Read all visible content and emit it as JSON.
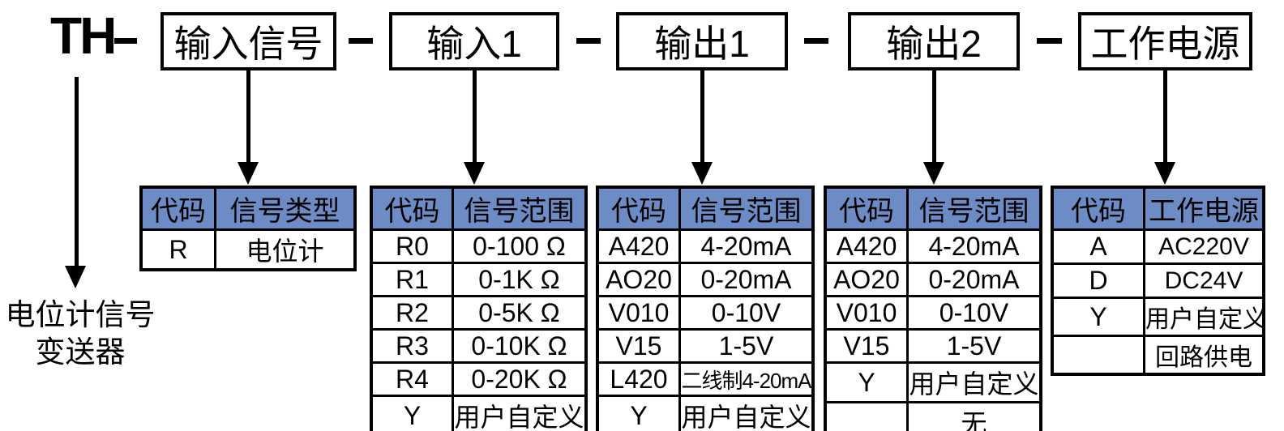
{
  "model": {
    "prefix": "TH",
    "separator": "—"
  },
  "note": {
    "line1": "电位计信号",
    "line2": "变送器"
  },
  "colors": {
    "header_bg": "#6d8cc6",
    "line": "#000000",
    "background": "#ffffff"
  },
  "boxes": [
    {
      "label": "输入信号"
    },
    {
      "label": "输入1"
    },
    {
      "label": "输出1"
    },
    {
      "label": "输出2"
    },
    {
      "label": "工作电源"
    }
  ],
  "tables": [
    {
      "headers": [
        "代码",
        "信号类型"
      ],
      "rows": [
        [
          "R",
          "电位计"
        ]
      ]
    },
    {
      "headers": [
        "代码",
        "信号范围"
      ],
      "rows": [
        [
          "R0",
          "0-100 Ω"
        ],
        [
          "R1",
          "0-1K Ω"
        ],
        [
          "R2",
          "0-5K Ω"
        ],
        [
          "R3",
          "0-10K Ω"
        ],
        [
          "R4",
          "0-20K Ω"
        ],
        [
          "Y",
          "用户自定义"
        ]
      ]
    },
    {
      "headers": [
        "代码",
        "信号范围"
      ],
      "rows": [
        [
          "A420",
          "4-20mA"
        ],
        [
          "AO20",
          "0-20mA"
        ],
        [
          "V010",
          "0-10V"
        ],
        [
          "V15",
          "1-5V"
        ],
        [
          "L420",
          "二线制4-20mA"
        ],
        [
          "Y",
          "用户自定义"
        ]
      ]
    },
    {
      "headers": [
        "代码",
        "信号范围"
      ],
      "rows": [
        [
          "A420",
          "4-20mA"
        ],
        [
          "AO20",
          "0-20mA"
        ],
        [
          "V010",
          "0-10V"
        ],
        [
          "V15",
          "1-5V"
        ],
        [
          "Y",
          "用户自定义"
        ],
        [
          "",
          "无"
        ]
      ]
    },
    {
      "headers": [
        "代码",
        "工作电源"
      ],
      "rows": [
        [
          "A",
          "AC220V"
        ],
        [
          "D",
          "DC24V"
        ],
        [
          "Y",
          "用户自定义"
        ],
        [
          "",
          "回路供电"
        ]
      ]
    }
  ]
}
